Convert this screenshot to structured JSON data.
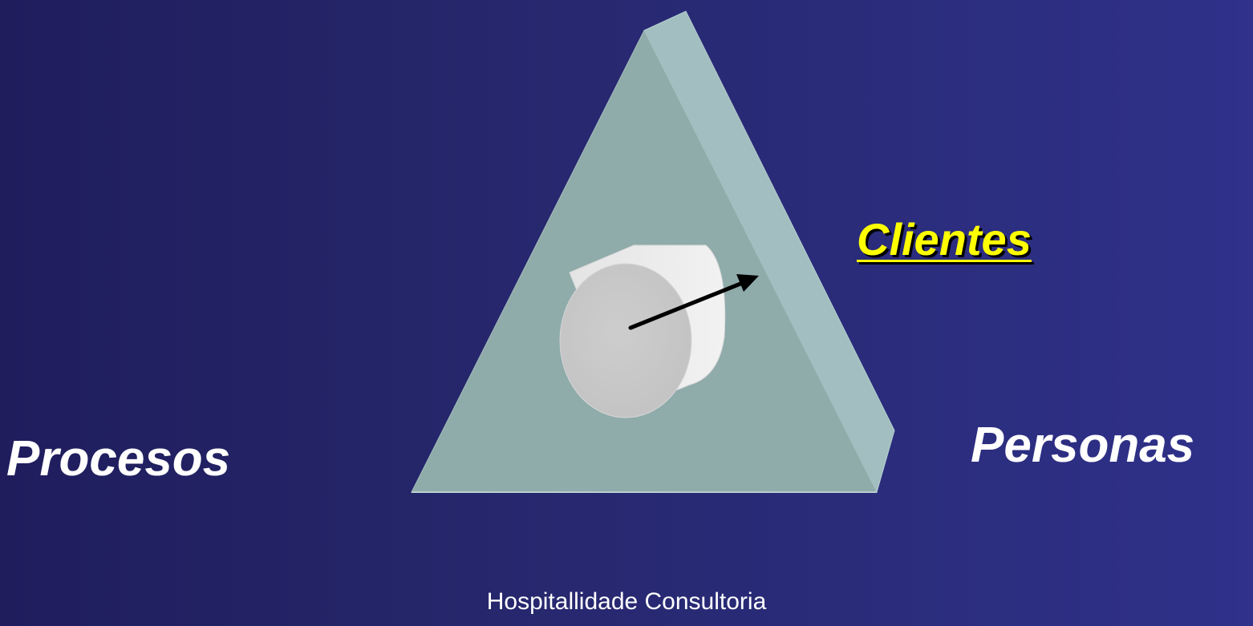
{
  "labels": {
    "clientes": "Clientes",
    "procesos": "Procesos",
    "personas": "Personas"
  },
  "footer": "Hospitallidade Consultoria",
  "colors": {
    "background_left": "#1f1d5c",
    "background_right": "#2f318a",
    "triangle_face": "#8fabaa",
    "triangle_side": "#a3bfc1",
    "cylinder_face": "#c9c9c9",
    "highlight_text": "#ffff00",
    "text": "#ffffff"
  }
}
